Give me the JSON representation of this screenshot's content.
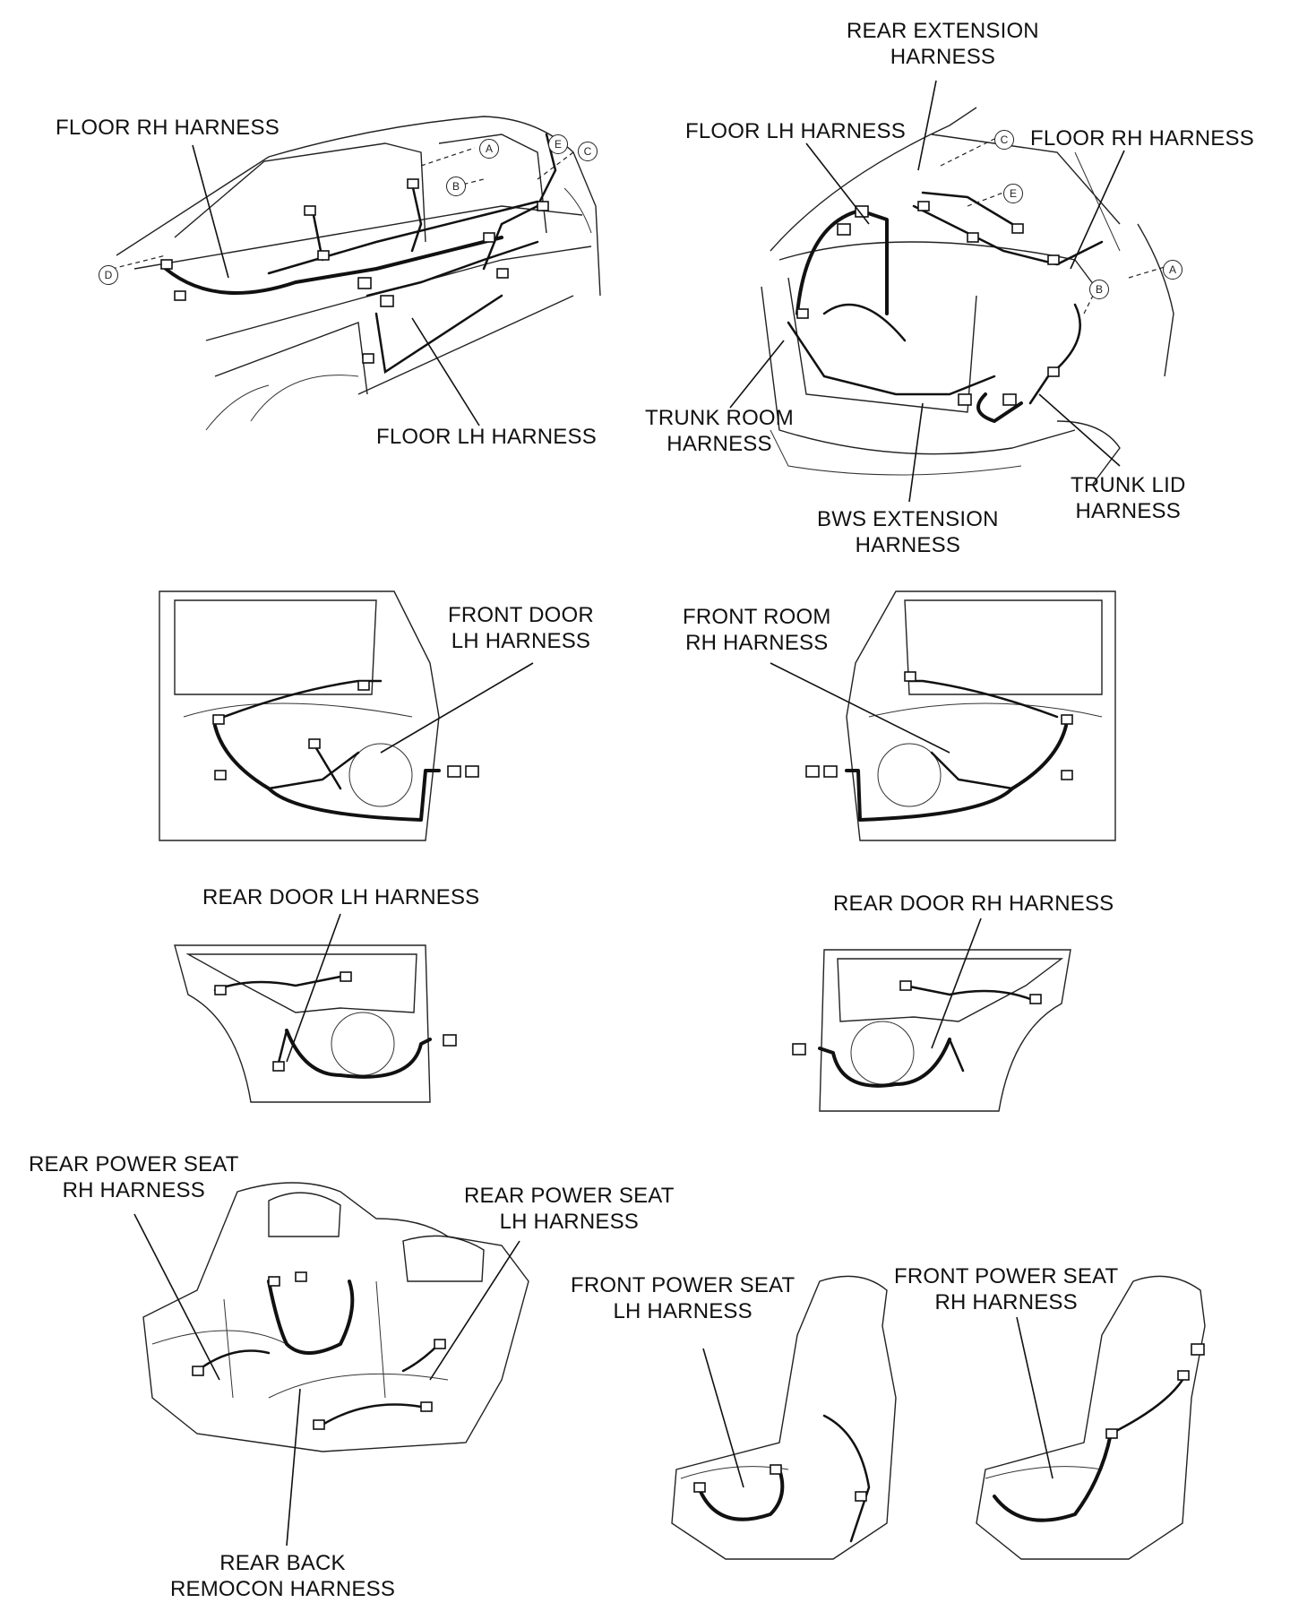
{
  "labels": {
    "floor_rh_1": [
      "FLOOR RH HARNESS"
    ],
    "floor_lh_1": [
      "FLOOR LH HARNESS"
    ],
    "rear_extension": [
      "REAR EXTENSION",
      "HARNESS"
    ],
    "floor_lh_2": [
      "FLOOR LH HARNESS"
    ],
    "floor_rh_2": [
      "FLOOR RH HARNESS"
    ],
    "trunk_room": [
      "TRUNK ROOM",
      "HARNESS"
    ],
    "bws_extension": [
      "BWS EXTENSION",
      "HARNESS"
    ],
    "trunk_lid": [
      "TRUNK LID",
      "HARNESS"
    ],
    "front_door_lh": [
      "FRONT DOOR",
      "LH HARNESS"
    ],
    "front_room_rh": [
      "FRONT ROOM",
      "RH HARNESS"
    ],
    "rear_door_lh": [
      "REAR DOOR LH HARNESS"
    ],
    "rear_door_rh": [
      "REAR DOOR RH HARNESS"
    ],
    "rear_power_seat_rh": [
      "REAR POWER SEAT",
      "RH HARNESS"
    ],
    "rear_power_seat_lh": [
      "REAR POWER SEAT",
      "LH HARNESS"
    ],
    "front_power_seat_lh": [
      "FRONT POWER SEAT",
      "LH HARNESS"
    ],
    "front_power_seat_rh": [
      "FRONT POWER SEAT",
      "RH HARNESS"
    ],
    "rear_back_remocon": [
      "REAR BACK",
      "REMOCON HARNESS"
    ]
  },
  "callouts": {
    "a": "A",
    "b": "B",
    "c": "C",
    "d": "D",
    "e": "E"
  }
}
